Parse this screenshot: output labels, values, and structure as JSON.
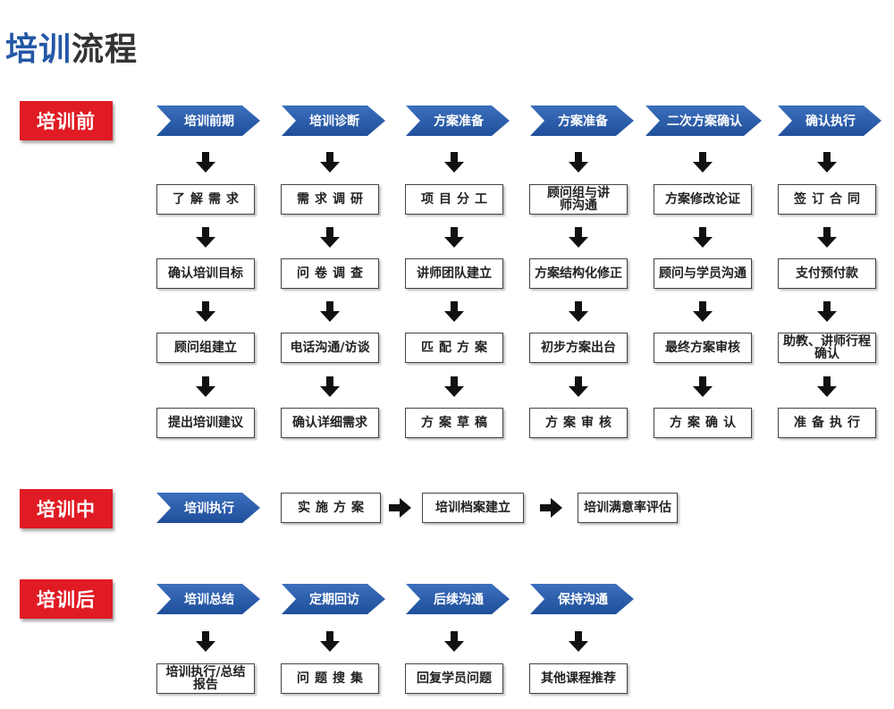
{
  "title": {
    "part1": "培训",
    "part2": "流程"
  },
  "pre": {
    "label": "培训前",
    "steps": [
      "培训前期",
      "培训诊断",
      "方案准备",
      "方案准备",
      "二次方案确认",
      "确认执行"
    ],
    "col1": [
      "了解需求",
      "确认培训目标",
      "顾问组建立",
      "提出培训建议"
    ],
    "col2": [
      "需求调研",
      "问卷调查",
      "电话沟通/访谈",
      "确认详细需求"
    ],
    "col3": [
      "项目分工",
      "讲师团队建立",
      "匹配方案",
      "方案草稿"
    ],
    "col4": [
      "顾问组与讲师沟通",
      "方案结构化修正",
      "初步方案出台",
      "方案审核"
    ],
    "col5": [
      "方案修改论证",
      "顾问与学员沟通",
      "最终方案审核",
      "方案确认"
    ],
    "col6": [
      "签订合同",
      "支付预付款",
      "助教、讲师行程确认",
      "准备执行"
    ]
  },
  "mid": {
    "label": "培训中",
    "step": "培训执行",
    "flow": [
      "实施方案",
      "培训档案建立",
      "培训满意率评估"
    ]
  },
  "post": {
    "label": "培训后",
    "steps": [
      "培训总结",
      "定期回访",
      "后续沟通",
      "保持沟通"
    ],
    "boxes": [
      "培训执行/总结报告",
      "问题搜集",
      "回复学员问题",
      "其他课程推荐"
    ]
  },
  "colors": {
    "phase": "#e01b24",
    "chevron": "#2a5caa",
    "title_blue": "#2357a6"
  }
}
